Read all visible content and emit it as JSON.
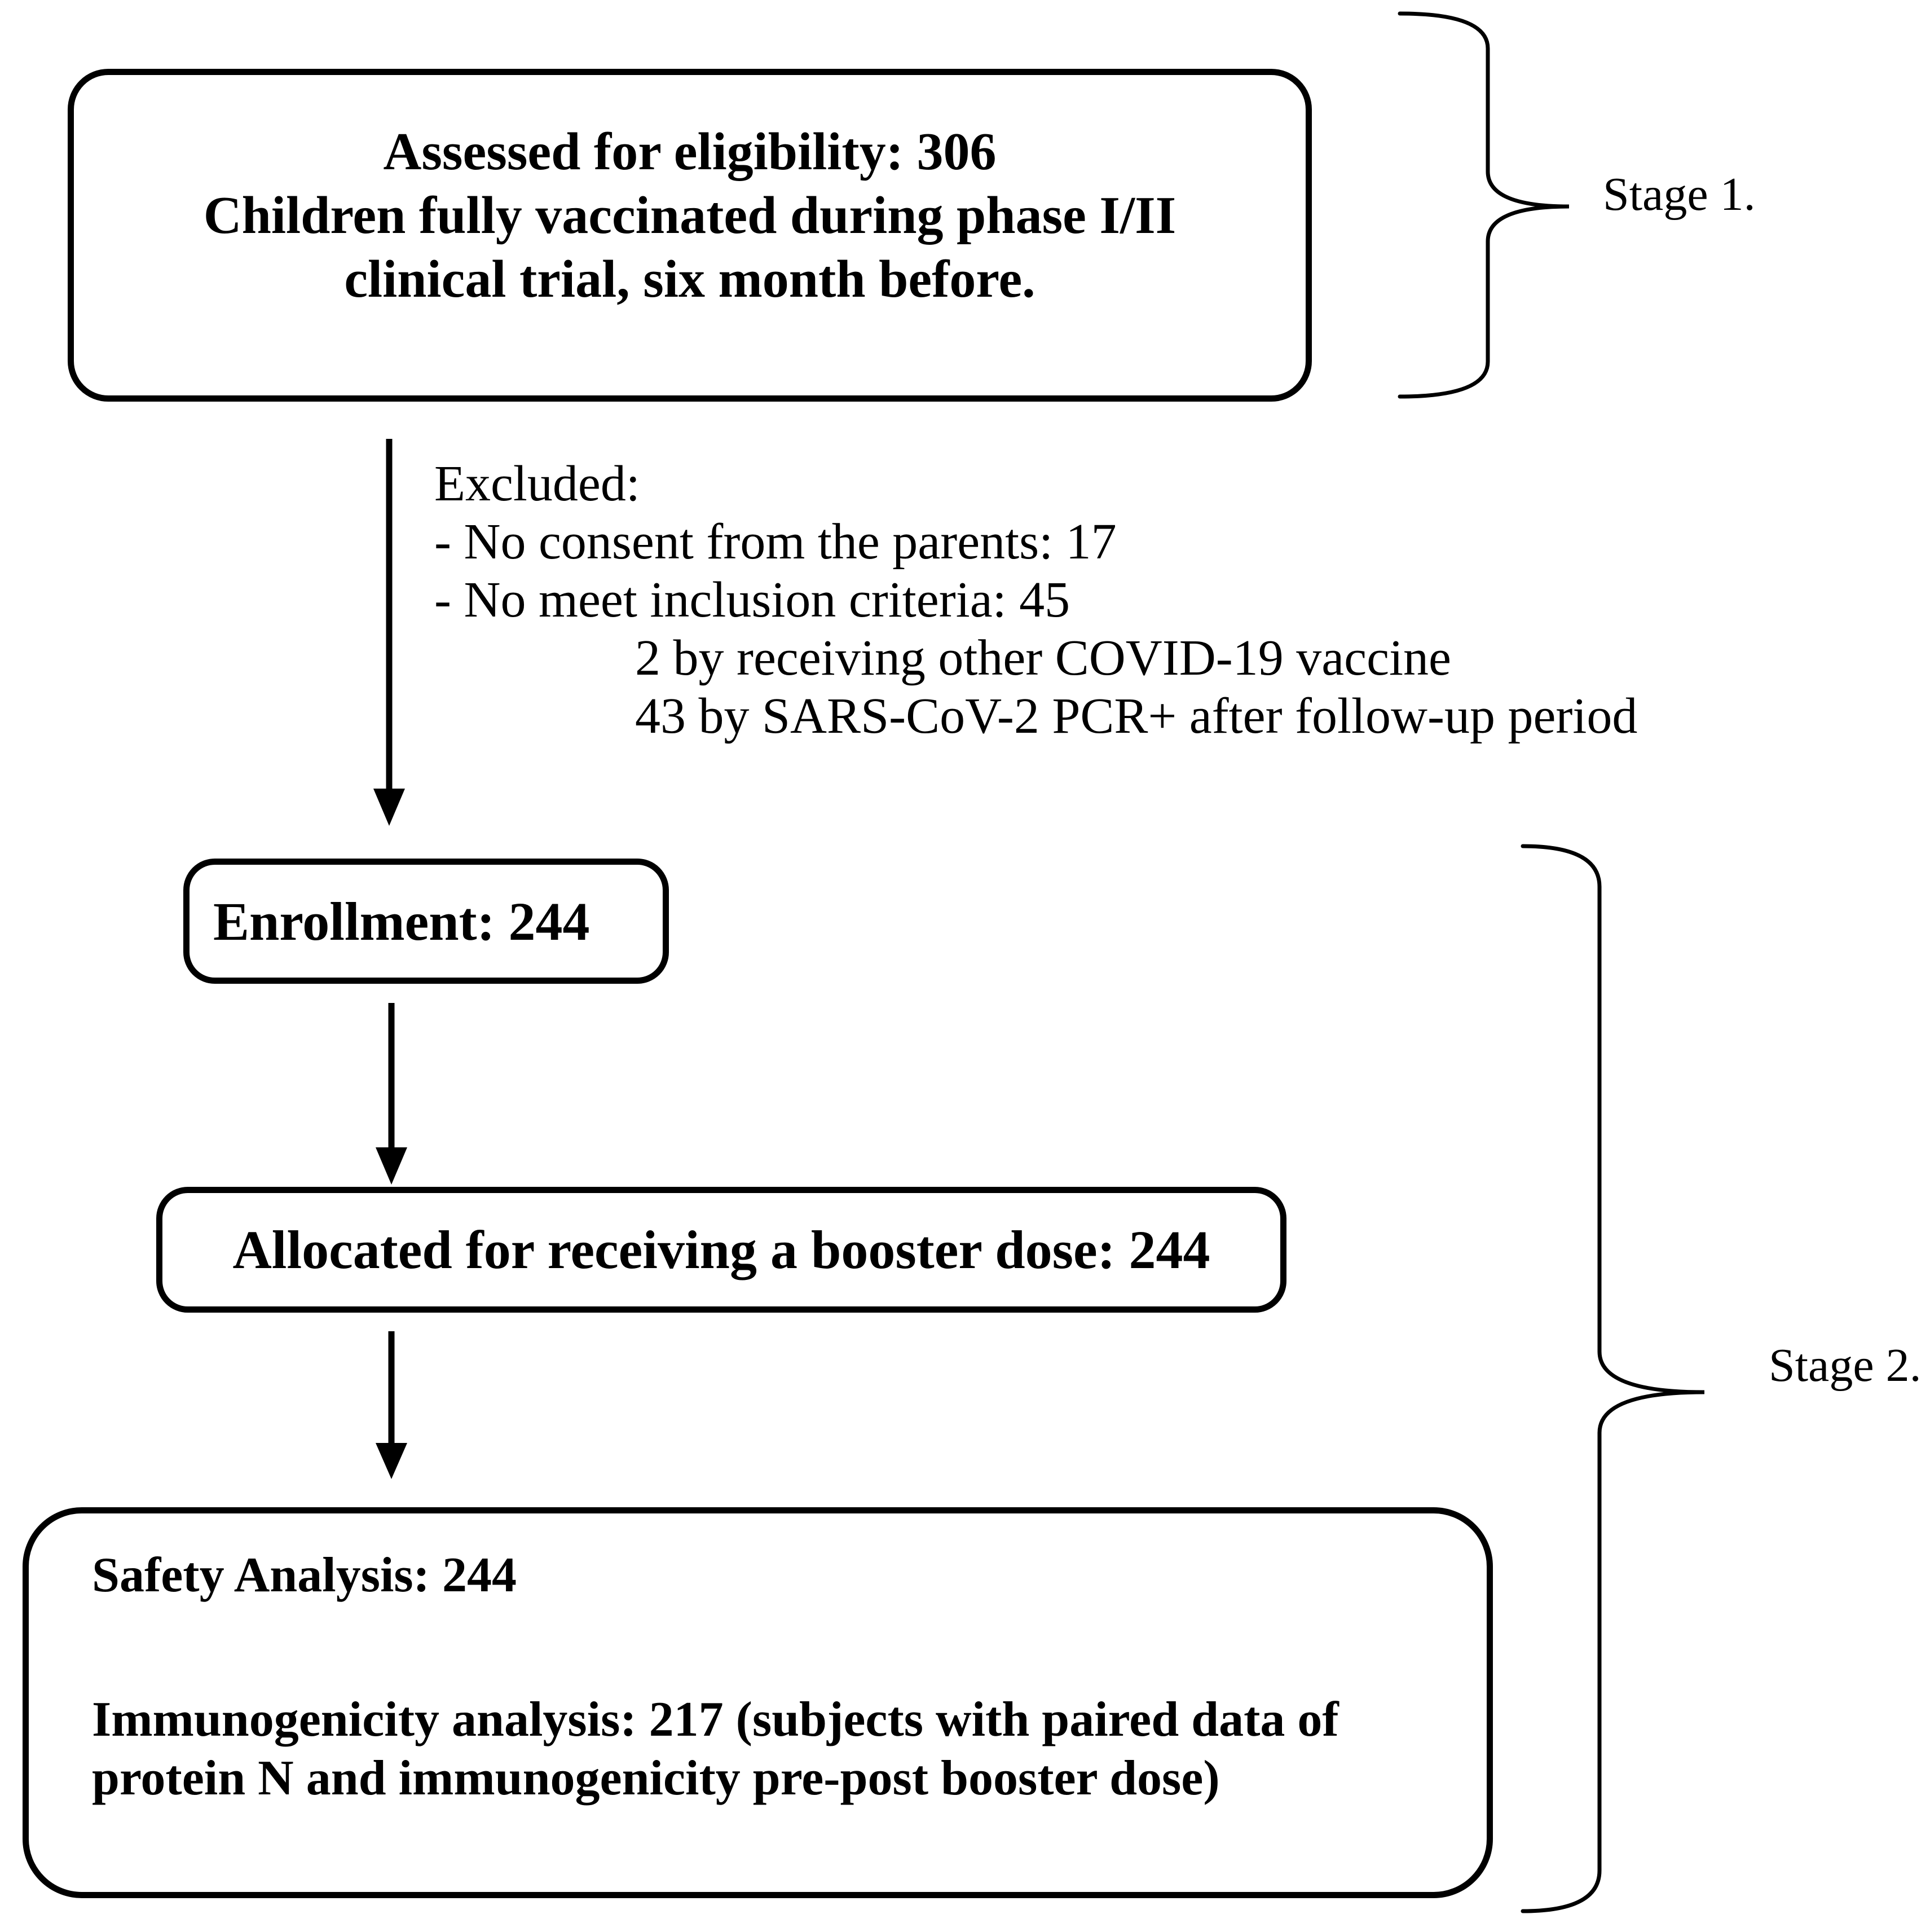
{
  "boxes": {
    "assessed": {
      "line1": "Assessed for eligibility: 306",
      "line2": "Children fully vaccinated during phase I/II",
      "line3": "clinical trial, six month before."
    },
    "enrollment": {
      "label": "Enrollment: 244"
    },
    "allocated": {
      "label": "Allocated for receiving a booster dose: 244"
    },
    "safety": {
      "line1": "Safety Analysis: 244",
      "line2a": "Immunogenicity analysis: 217 (subjects with paired data of",
      "line2b": "protein N and immunogenicity pre-post booster dose)"
    }
  },
  "excluded": {
    "title": "Excluded:",
    "items": [
      "- No consent from the parents: 17",
      "- No meet inclusion criteria: 45"
    ],
    "subitems": [
      "2 by receiving other COVID-19 vaccine",
      "43 by SARS-CoV-2 PCR+ after follow-up period"
    ]
  },
  "stages": {
    "stage1": "Stage 1.",
    "stage2": "Stage 2."
  },
  "colors": {
    "ink": "#000000",
    "background": "#ffffff"
  }
}
